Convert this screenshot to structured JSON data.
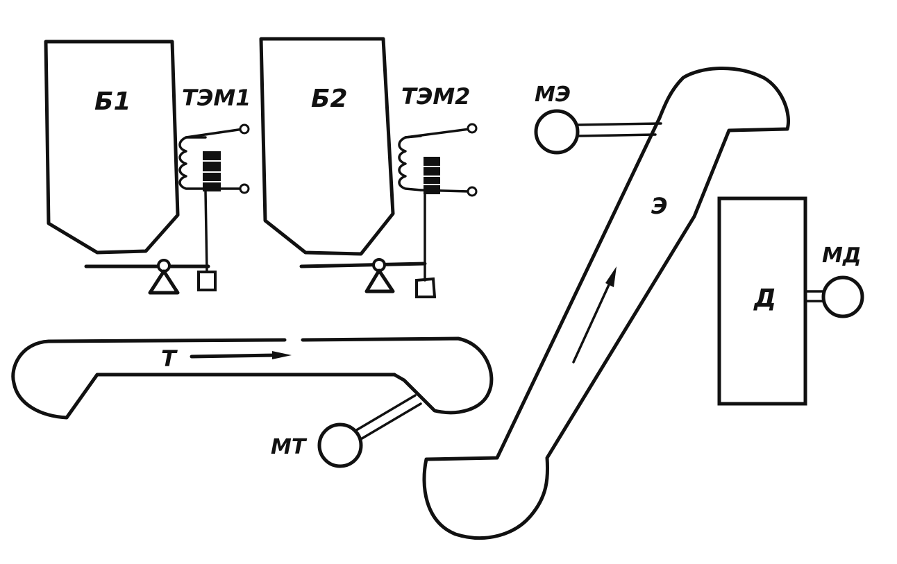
{
  "labels": {
    "bunker1": "Б1",
    "bunker2": "Б2",
    "valve1": "ТЭМ1",
    "valve2": "ТЭМ2",
    "conveyor": "Т",
    "conveyor_motor": "МТ",
    "elevator": "Э",
    "elevator_motor": "МЭ",
    "mixer": "Д",
    "mixer_motor": "МД"
  },
  "colors": {
    "ink": "#111111",
    "paper": "#ffffff"
  }
}
